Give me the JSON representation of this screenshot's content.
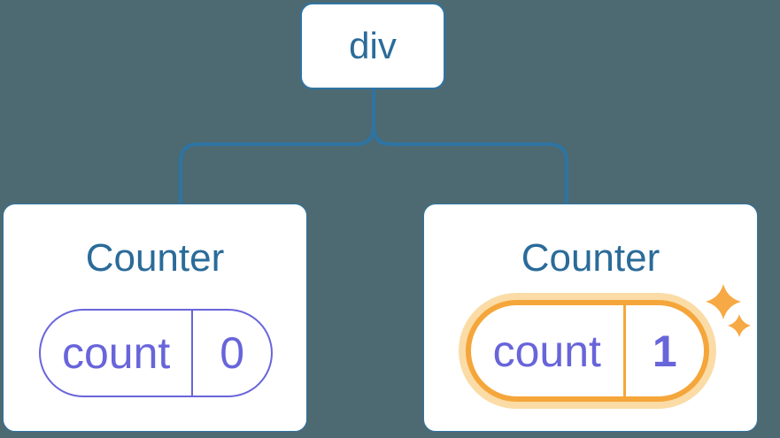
{
  "diagram": {
    "background_color": "#4D6A72",
    "root_node": {
      "label": "div"
    },
    "counters": [
      {
        "title": "Counter",
        "state_label": "count",
        "state_value": "0",
        "highlighted": false
      },
      {
        "title": "Counter",
        "state_label": "count",
        "state_value": "1",
        "highlighted": true
      }
    ],
    "colors": {
      "connector_line": "#2E74A3",
      "node_border": "#2E74A3",
      "node_text": "#2A6B99",
      "state_purple": "#6865DA",
      "highlight_orange": "#F5A63B",
      "highlight_halo": "#FBDCA6",
      "card_background": "#FFFFFF"
    },
    "icons": [
      {
        "name": "sparkles-icon",
        "color": "#F6A944"
      }
    ]
  }
}
